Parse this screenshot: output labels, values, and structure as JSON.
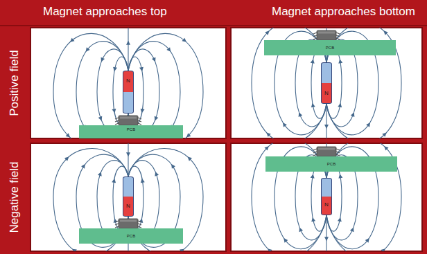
{
  "diagram": {
    "nodes": [
      {
        "text": [
          "N"
        ]
      },
      {
        "text": [
          "PCB"
        ]
      },
      {
        "text": [
          "PCB"
        ]
      },
      {
        "text": [
          "N"
        ]
      },
      {
        "text": [
          "N"
        ]
      },
      {
        "text": [
          "PCB"
        ]
      },
      {
        "text": [
          "PCB"
        ]
      },
      {
        "text": [
          "N"
        ]
      }
    ],
    "labels": [
      "Magnet approaches top",
      "Magnet approaches bottom",
      "Positive field",
      "Negative field"
    ]
  }
}
